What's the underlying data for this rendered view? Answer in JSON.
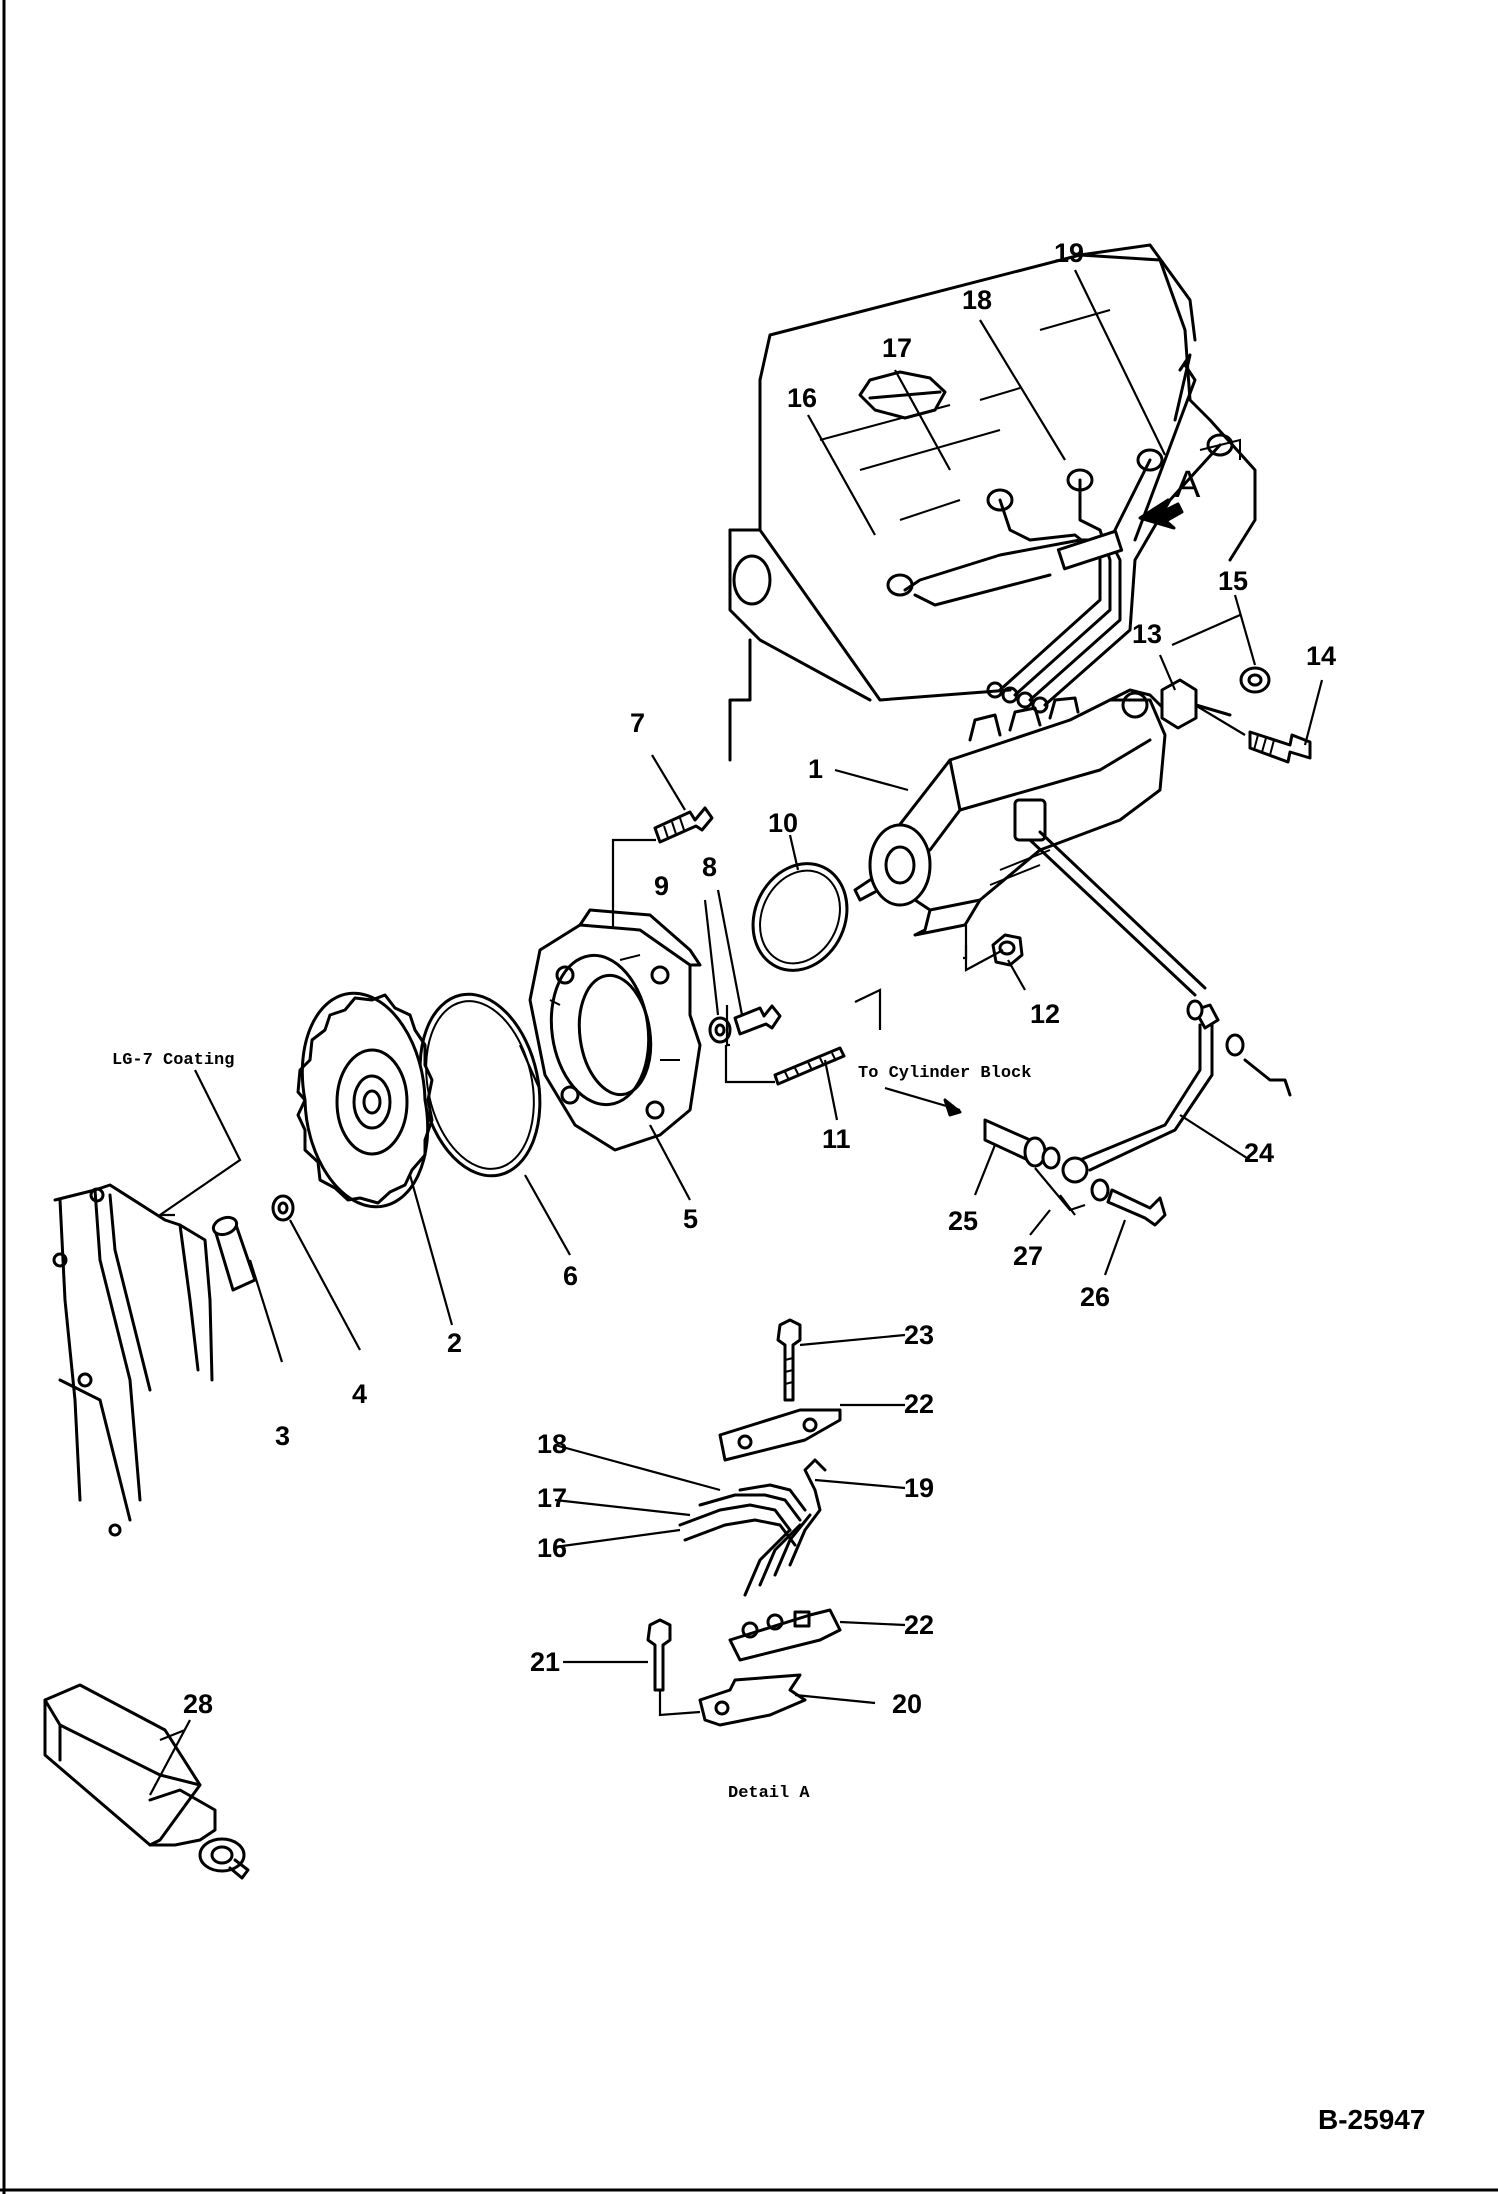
{
  "diagram": {
    "doc_id": "B-25947",
    "notes": {
      "coating": "LG-7 Coating",
      "to_block": "To Cylinder Block",
      "detail_title": "Detail A",
      "view_marker": "A"
    },
    "callouts": {
      "c1": "1",
      "c2": "2",
      "c3": "3",
      "c4": "4",
      "c5": "5",
      "c6": "6",
      "c7": "7",
      "c8": "8",
      "c9": "9",
      "c10": "10",
      "c11": "11",
      "c12": "12",
      "c13": "13",
      "c14": "14",
      "c15": "15",
      "c16": "16",
      "c17": "17",
      "c18": "18",
      "c19": "19",
      "c24": "24",
      "c25": "25",
      "c26": "26",
      "c27": "27",
      "c28": "28",
      "d16": "16",
      "d17": "17",
      "d18": "18",
      "d19": "19",
      "d20": "20",
      "d21": "21",
      "d22a": "22",
      "d22b": "22",
      "d23": "23"
    }
  }
}
